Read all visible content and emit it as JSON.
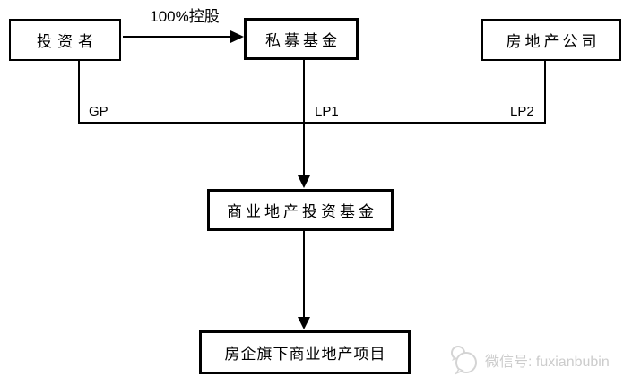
{
  "colors": {
    "ink": "#000000",
    "background": "#ffffff",
    "watermark_gray": "#cccccc"
  },
  "nodes": [
    {
      "id": "investor",
      "label": "投资者"
    },
    {
      "id": "private-fund",
      "label": "私募基金"
    },
    {
      "id": "real-estate-company",
      "label": "房地产公司"
    },
    {
      "id": "commercial-fund",
      "label": "商业地产投资基金"
    },
    {
      "id": "project",
      "label": "房企旗下商业地产项目"
    }
  ],
  "edges": {
    "control_label": "100%控股",
    "gp_label": "GP",
    "lp1_label": "LP1",
    "lp2_label": "LP2"
  },
  "watermark": {
    "icon": "wechat-icon",
    "label": "微信号: fuxianbubin"
  }
}
